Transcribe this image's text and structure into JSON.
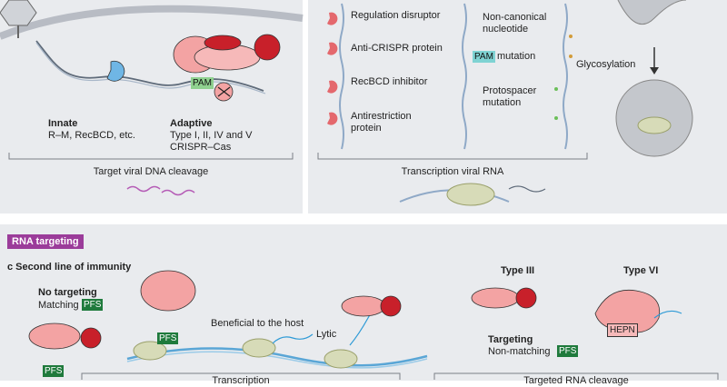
{
  "panel_a": {
    "innate_title": "Innate",
    "innate_text": "R–M, RecBCD, etc.",
    "adaptive_title": "Adaptive",
    "adaptive_line1": "Type I, II, IV and V",
    "adaptive_line2": "CRISPR–Cas",
    "pam_tag": "PAM",
    "caption": "Target viral DNA cleavage"
  },
  "panel_b": {
    "items": [
      {
        "label": "Regulation disruptor"
      },
      {
        "label": "Anti-CRISPR protein"
      },
      {
        "label": "RecBCD inhibitor"
      },
      {
        "label": "Antirestriction",
        "label2": "protein"
      }
    ],
    "noncanonical_line1": "Non-canonical",
    "noncanonical_line2": "nucleotide",
    "pam_tag": "PAM",
    "pam_mutation": "mutation",
    "protospacer_line1": "Protospacer",
    "protospacer_line2": "mutation",
    "glycosylation": "Glycosylation",
    "caption": "Transcription viral RNA"
  },
  "panel_c": {
    "section_tag": "RNA targeting",
    "title": "c  Second line of immunity",
    "no_targeting": "No targeting",
    "matching": "Matching",
    "pfs_tag": "PFS",
    "pfs_tag2": "PFS",
    "pfs_tag3": "PFS",
    "beneficial": "Beneficial to the host",
    "lytic": "Lytic",
    "type_iii": "Type III",
    "type_vi": "Type VI",
    "targeting": "Targeting",
    "non_matching": "Non-matching",
    "pfs_tag4": "PFS",
    "hepn": "HEPN",
    "bottom_left": "Transcription",
    "bottom_right": "Targeted RNA cleavage"
  },
  "colors": {
    "panel_bg": "#e9ebee",
    "cas_pink": "#f19a9a",
    "cas_red": "#c8202a",
    "dna_blue": "#8fa9c7",
    "rna_blue": "#2d9ad6",
    "ring_olive": "#bfc58f",
    "tag_green": "#8fd18f",
    "tag_teal": "#7fd3d3",
    "tag_darkgreen": "#1f7a3c",
    "section_purple": "#9b3c9a"
  }
}
